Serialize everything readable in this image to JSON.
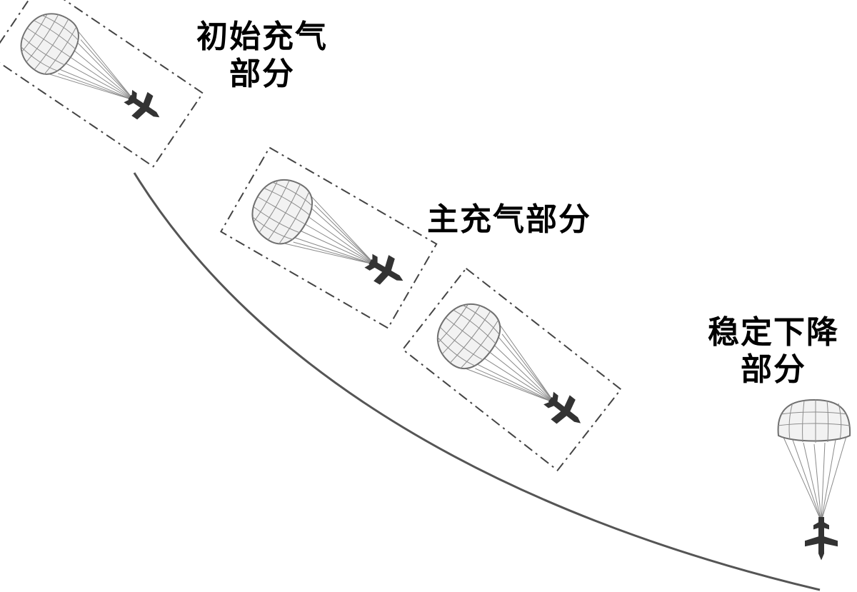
{
  "stages": [
    {
      "id": "initial-inflation",
      "label_lines": [
        "初始充气",
        "部分"
      ]
    },
    {
      "id": "main-inflation",
      "label_lines": [
        "主充气部分"
      ]
    },
    {
      "id": "steady-descent",
      "label_lines": [
        "稳定下降",
        "部分"
      ]
    }
  ],
  "colors": {
    "trajectory": "#555555",
    "canopy_stroke": "#777777",
    "box_dash": "#444444",
    "payload": "#333333",
    "text": "#000000"
  },
  "icons": [
    "parachute-icon",
    "aircraft-icon"
  ]
}
